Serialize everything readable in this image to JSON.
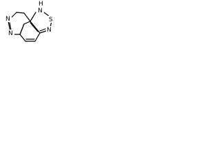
{
  "molecule": {
    "atoms": {
      "n_left": "N",
      "n_top_left": "N",
      "nh_top": "N",
      "h_top": "H",
      "s_right": "S",
      "n_right": "N"
    },
    "colors": {
      "bond": "#000000",
      "text": "#000000",
      "background": "#ffffff"
    }
  }
}
